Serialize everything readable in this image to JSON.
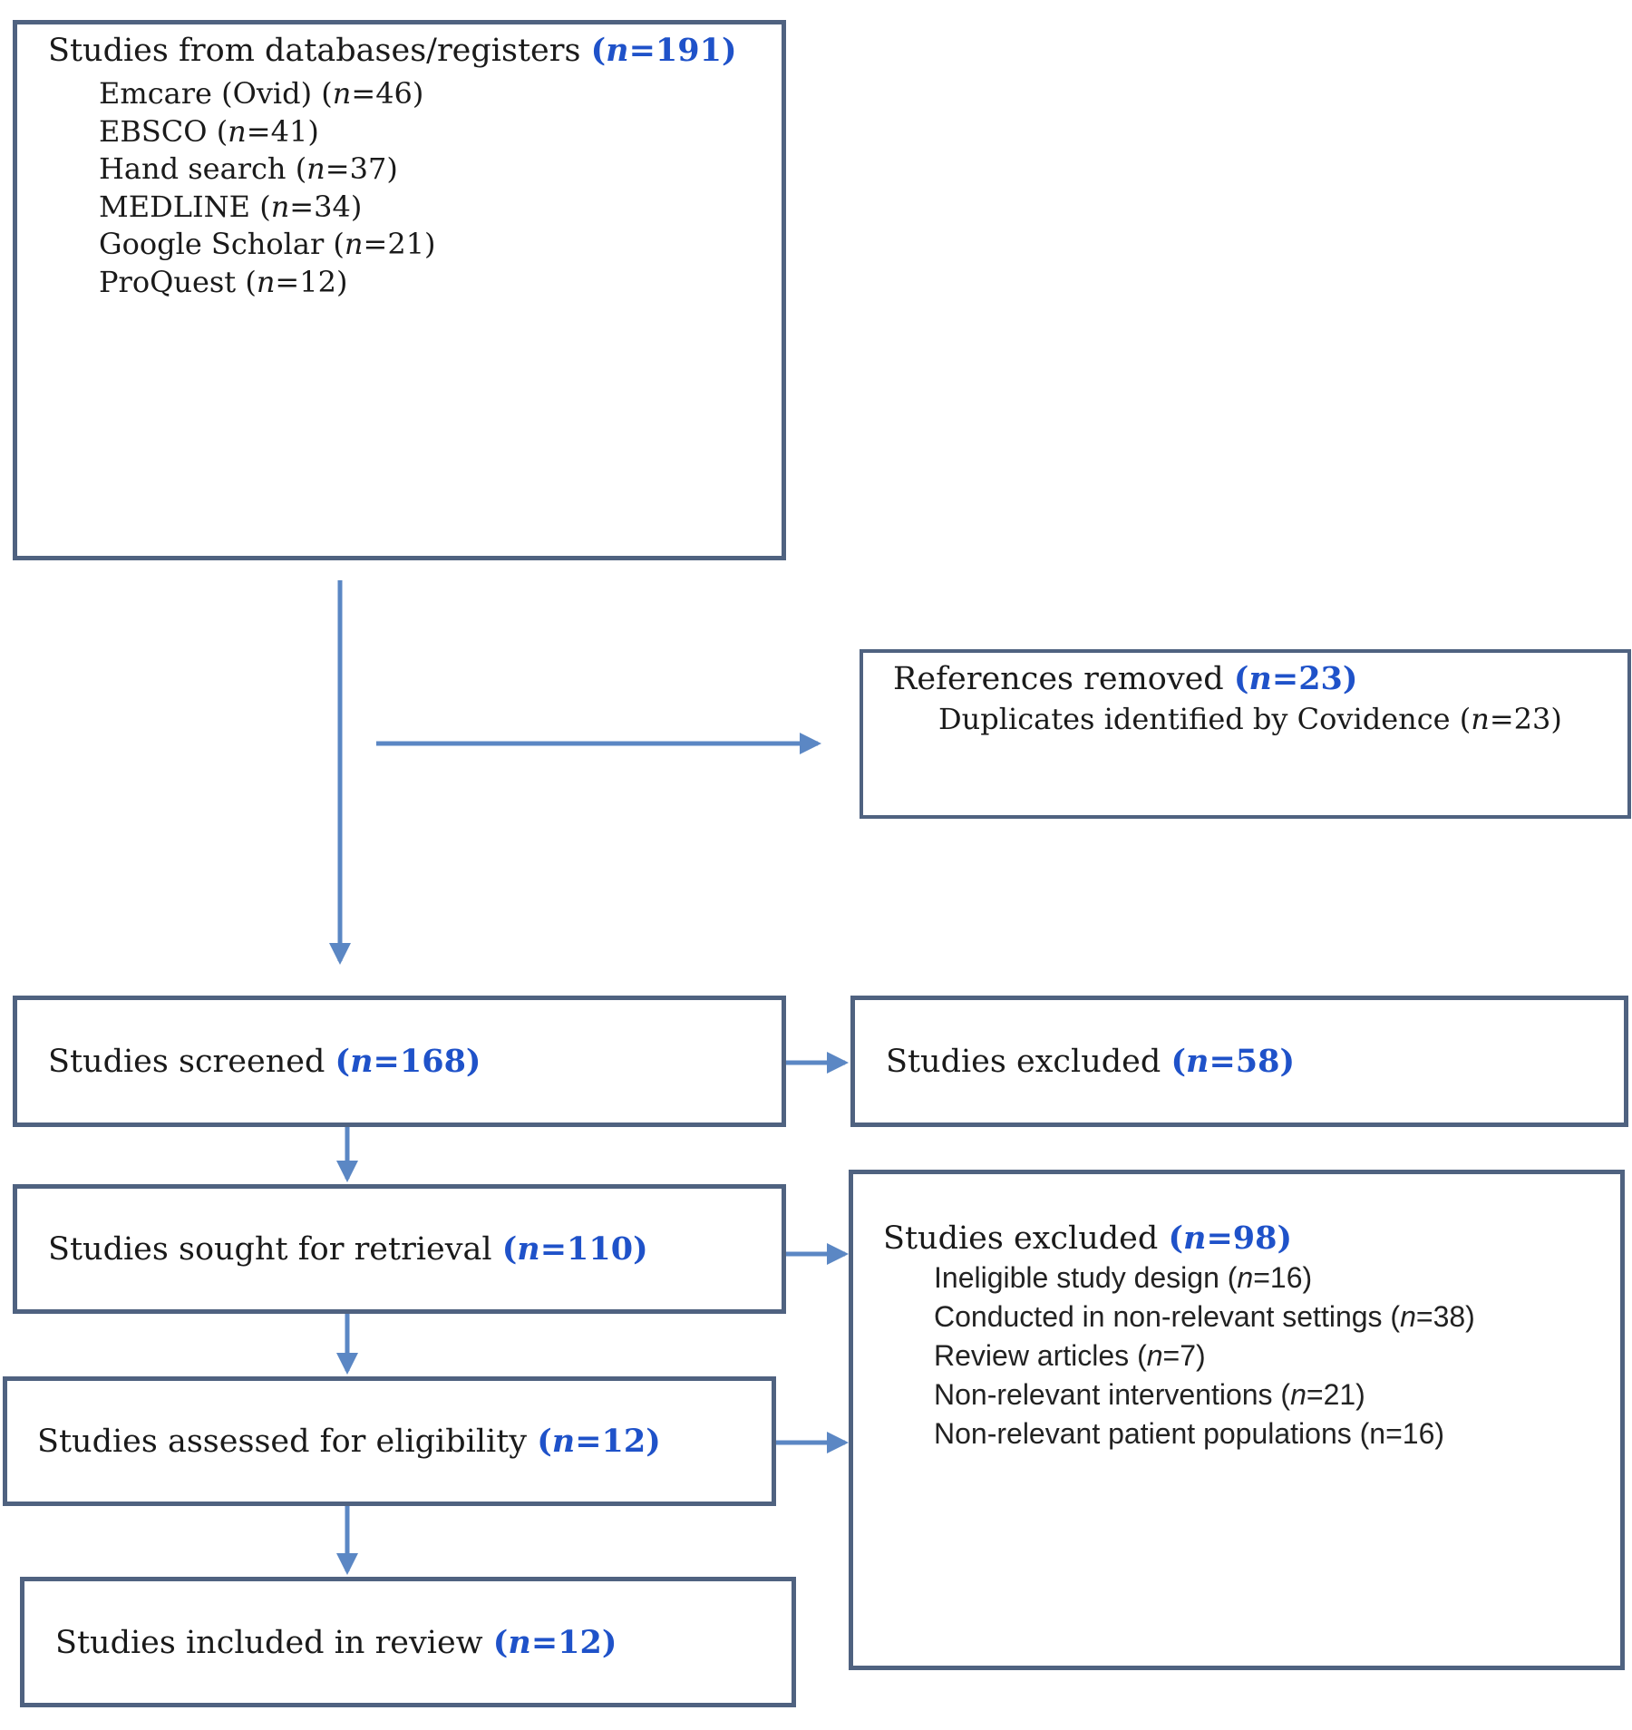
{
  "identification": {
    "title": "Studies from databases/registers",
    "n": "191",
    "sources": [
      {
        "name": "Emcare (Ovid)",
        "n": "46"
      },
      {
        "name": "EBSCO",
        "n": "41"
      },
      {
        "name": "Hand search",
        "n": "37"
      },
      {
        "name": "MEDLINE",
        "n": "34"
      },
      {
        "name": "Google Scholar",
        "n": "21"
      },
      {
        "name": "ProQuest",
        "n": "12"
      }
    ]
  },
  "removed": {
    "title": "References removed",
    "n": "23",
    "detail_label": "Duplicates identified by Covidence",
    "detail_n": "23"
  },
  "screened": {
    "title": "Studies screened",
    "n": "168"
  },
  "excluded_screen": {
    "title": "Studies excluded",
    "n": "58"
  },
  "retrieval": {
    "title": "Studies sought for retrieval",
    "n": "110"
  },
  "eligibility": {
    "title": "Studies assessed for eligibility",
    "n": "12"
  },
  "included": {
    "title": "Studies included in review",
    "n": "12"
  },
  "excluded_full": {
    "title": "Studies excluded",
    "n": "98",
    "reasons": [
      {
        "label": "Ineligible study design",
        "n": "16",
        "italic_n": true
      },
      {
        "label": "Conducted in non-relevant settings",
        "n": "38",
        "italic_n": true
      },
      {
        "label": "Review articles",
        "n": "7",
        "italic_n": true
      },
      {
        "label": "Non-relevant interventions",
        "n": "21",
        "italic_n": true
      },
      {
        "label": "Non-relevant patient populations",
        "n": "16",
        "italic_n": false
      }
    ]
  },
  "colors": {
    "border": "#4f6280",
    "arrow": "#5b87c4",
    "count": "#1f52c9"
  }
}
